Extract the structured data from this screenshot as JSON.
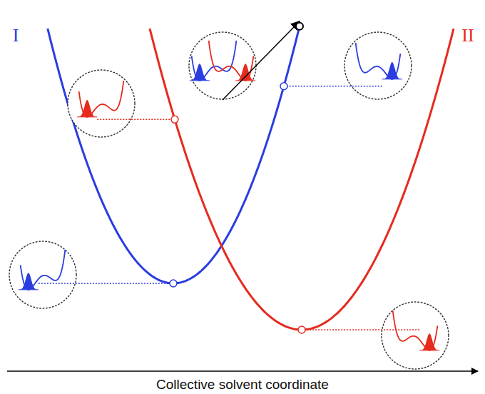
{
  "diagram": {
    "labels": [
      "I",
      "II",
      "Collective solvent coordinate"
    ]
  }
}
